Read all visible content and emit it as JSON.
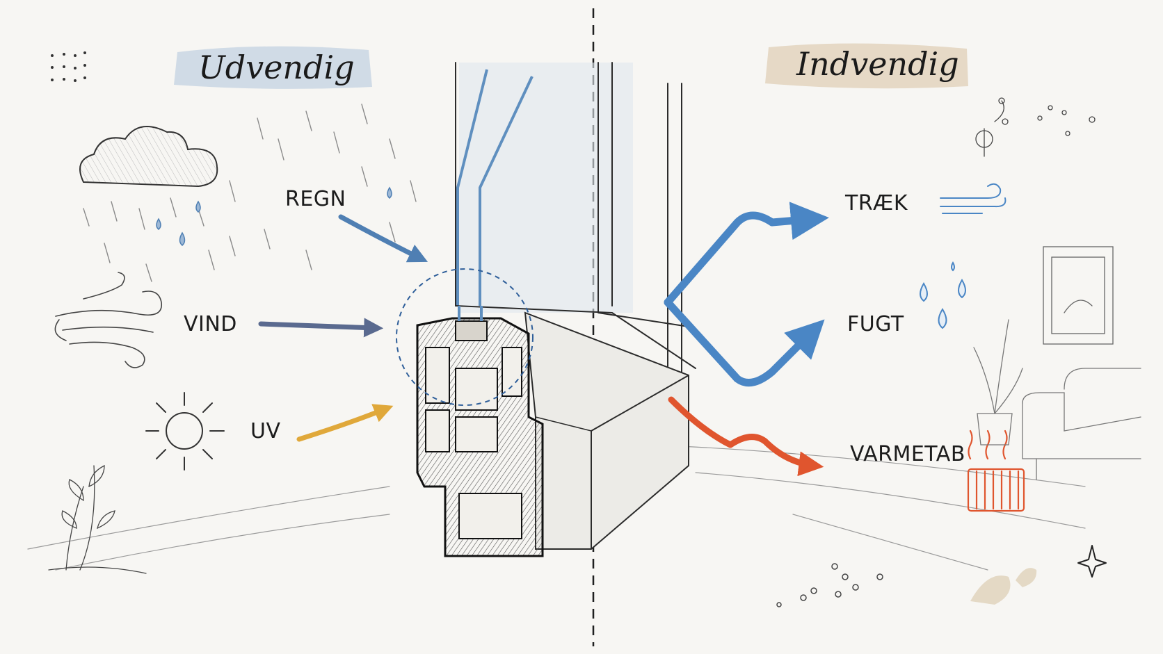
{
  "titles": {
    "outside": "Udvendig",
    "inside": "Indvendig"
  },
  "outside_labels": {
    "rain": "REGN",
    "wind": "VIND",
    "uv": "UV"
  },
  "inside_labels": {
    "draft": "TRÆK",
    "moisture": "FUGT",
    "heat_loss": "VARMETAB"
  },
  "colors": {
    "outside_wash": "#c9d6e3",
    "inside_wash": "#e3d6c1",
    "rain_arrow": "#4f7fb3",
    "wind_arrow": "#5a6a8f",
    "uv_arrow": "#e0a83a",
    "draft_arrow": "#4a86c5",
    "moisture_arrow": "#4a86c5",
    "heat_arrow": "#e0552e",
    "glass": "#5f8fbf"
  },
  "icons": {
    "cloud": "rain-cloud-icon",
    "wind": "wind-swirl-icon",
    "sun": "sun-icon",
    "draft": "draft-wind-icon",
    "drops": "water-drops-icon",
    "radiator": "radiator-icon",
    "plant": "plant-icon",
    "frame": "picture-frame-icon",
    "sofa": "sofa-icon",
    "sparkle": "sparkle-icon"
  }
}
